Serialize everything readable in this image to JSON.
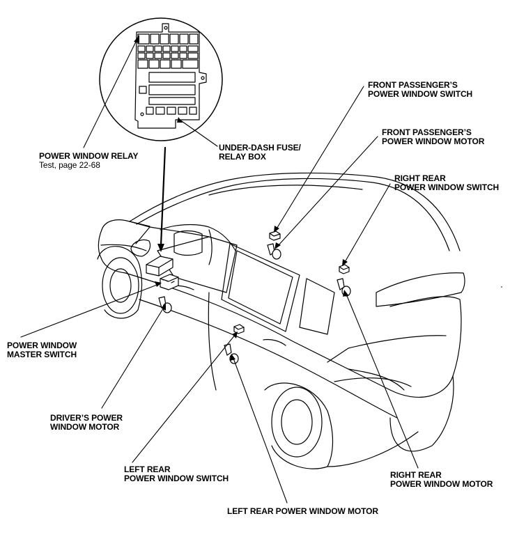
{
  "labels": {
    "power_window_relay": {
      "line1": "POWER WINDOW RELAY",
      "line2": "Test, page 22-68"
    },
    "under_dash_fuse": {
      "line1": "UNDER-DASH FUSE/",
      "line2": "RELAY BOX"
    },
    "front_pass_switch": {
      "line1": "FRONT PASSENGER’S",
      "line2": "POWER WINDOW SWITCH"
    },
    "front_pass_motor": {
      "line1": "FRONT PASSENGER’S",
      "line2": "POWER WINDOW MOTOR"
    },
    "right_rear_switch": {
      "line1": "RIGHT REAR",
      "line2": "POWER WINDOW SWITCH"
    },
    "master_switch": {
      "line1": "POWER WINDOW",
      "line2": "MASTER SWITCH"
    },
    "driver_motor": {
      "line1": "DRIVER’S POWER",
      "line2": "WINDOW MOTOR"
    },
    "left_rear_switch": {
      "line1": "LEFT REAR",
      "line2": "POWER WINDOW SWITCH"
    },
    "right_rear_motor": {
      "line1": "RIGHT REAR",
      "line2": "POWER WINDOW MOTOR"
    },
    "left_rear_motor": {
      "line1": "LEFT REAR POWER WINDOW MOTOR"
    }
  }
}
